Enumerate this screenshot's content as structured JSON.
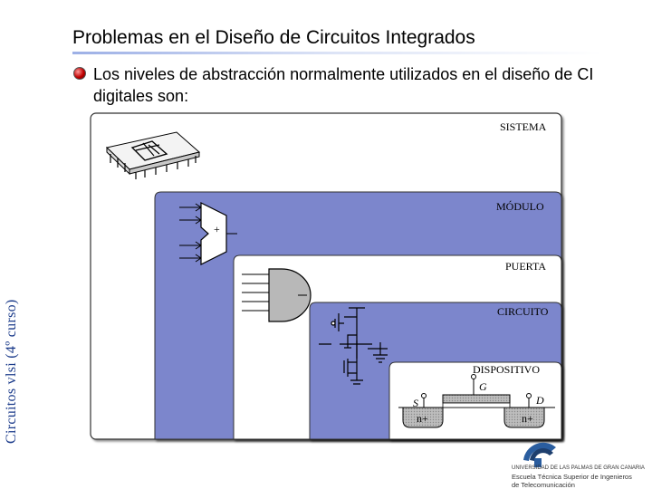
{
  "header": {
    "title": "Problemas en el Diseño de Circuitos Integrados",
    "side_label": "Circuitos vlsi (4º curso)"
  },
  "content": {
    "bullet_text": "Los niveles de abstracción normalmente utilizados en el diseño de CI digitales son:"
  },
  "diagram": {
    "levels": {
      "sistema": "SISTEMA",
      "modulo": "MÓDULO",
      "puerta": "PUERTA",
      "circuito": "CIRCUITO",
      "dispositivo": "DISPOSITIVO"
    },
    "module_plus": "+",
    "device": {
      "gate": "G",
      "source": "S",
      "drain": "D",
      "n_left": "n+",
      "n_right": "n+"
    },
    "colors": {
      "level_fill": "#7b86cc",
      "inner_fill": "#ffffff",
      "border": "#333333"
    }
  },
  "logo": {
    "line1": "UNIVERSIDAD DE LAS PALMAS DE GRAN CANARIA",
    "line2": "Escuela Técnica Superior de Ingenieros",
    "line3": "de Telecomunicación"
  }
}
